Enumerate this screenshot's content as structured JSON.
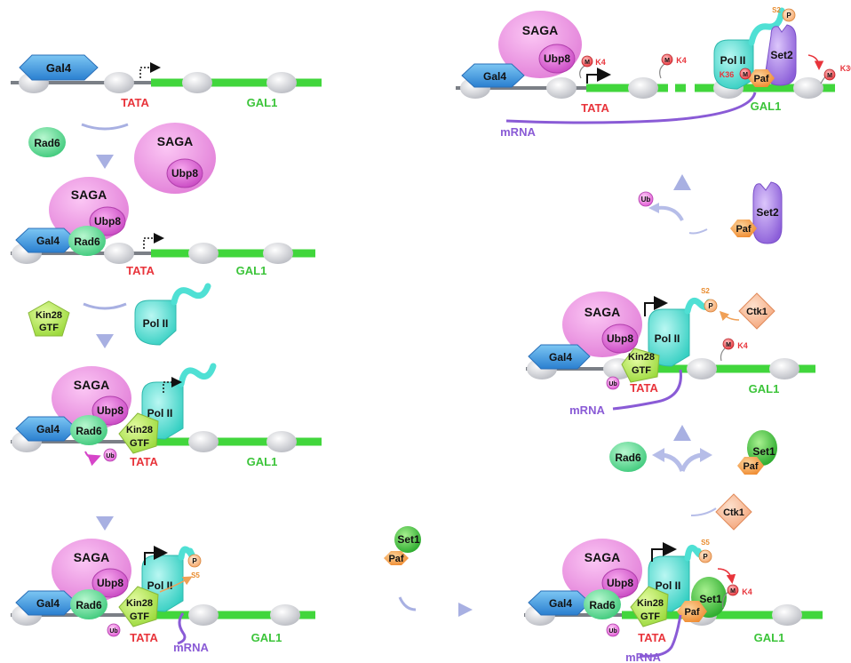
{
  "labels": {
    "gal4": "Gal4",
    "saga": "SAGA",
    "ubp8": "Ubp8",
    "rad6": "Rad6",
    "kin28": "Kin28",
    "gtf": "GTF",
    "pol2": "Pol II",
    "tata": "TATA",
    "gal1": "GAL1",
    "mrna": "mRNA",
    "ub": "Ub",
    "set1": "Set1",
    "set2": "Set2",
    "paf": "Paf",
    "ctk1": "Ctk1",
    "p": "P",
    "m": "M",
    "s2": "S2",
    "s5": "S5",
    "k4": "K4",
    "k36": "K36"
  },
  "colors": {
    "dna_green": "#41d63c",
    "dna_gray": "#7b7f86",
    "nucleosome": "#cfd0d4",
    "gal4": "#3d9be0",
    "saga": "#e98ae0",
    "rad6": "#5fdc94",
    "kin28_gtf": "#b4ea58",
    "pol2": "#4fe0d4",
    "set1": "#3bc43a",
    "set2": "#a77ee6",
    "paf": "#f4a04a",
    "ctk1": "#f8b790",
    "arrow": "#b6bde8",
    "tata": "#e8343b"
  }
}
